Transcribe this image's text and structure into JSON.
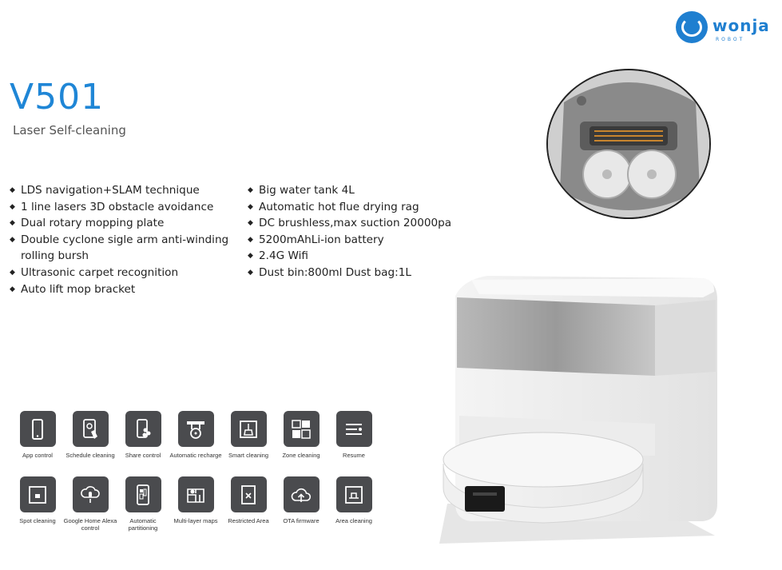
{
  "brand": {
    "name": "wonja",
    "sub": "ROBOT"
  },
  "product": {
    "model": "V501",
    "tagline": "Laser Self-cleaning"
  },
  "features_left": [
    "LDS navigation+SLAM technique",
    "1 line lasers 3D obstacle avoidance",
    "Dual rotary mopping plate",
    "Double cyclone sigle arm anti-winding rolling bursh",
    "Ultrasonic carpet recognition",
    "Auto lift mop bracket"
  ],
  "features_right": [
    "Big water tank 4L",
    "Automatic hot flue drying rag",
    "DC brushless,max suction 20000pa",
    "5200mAhLi-ion battery",
    "2.4G Wifi",
    "Dust bin:800ml  Dust bag:1L"
  ],
  "icons_row1": [
    {
      "label": "App control",
      "icon": "phone-icon"
    },
    {
      "label": "Schedule cleaning",
      "icon": "schedule-icon"
    },
    {
      "label": "Share control",
      "icon": "share-icon"
    },
    {
      "label": "Automatic recharge",
      "icon": "recharge-icon"
    },
    {
      "label": "Smart cleaning",
      "icon": "broom-icon"
    },
    {
      "label": "Zone cleaning",
      "icon": "zone-icon"
    },
    {
      "label": "Resume",
      "icon": "resume-icon"
    }
  ],
  "icons_row2": [
    {
      "label": "Spot cleaning",
      "icon": "spot-icon"
    },
    {
      "label": "Google Home Alexa control",
      "icon": "voice-icon"
    },
    {
      "label": "Automatic partitioning",
      "icon": "partition-icon"
    },
    {
      "label": "Multi-layer maps",
      "icon": "map-icon"
    },
    {
      "label": "Restricted Area",
      "icon": "restricted-icon"
    },
    {
      "label": "OTA firmware",
      "icon": "cloud-upload-icon"
    },
    {
      "label": "Area cleaning",
      "icon": "area-icon"
    }
  ]
}
